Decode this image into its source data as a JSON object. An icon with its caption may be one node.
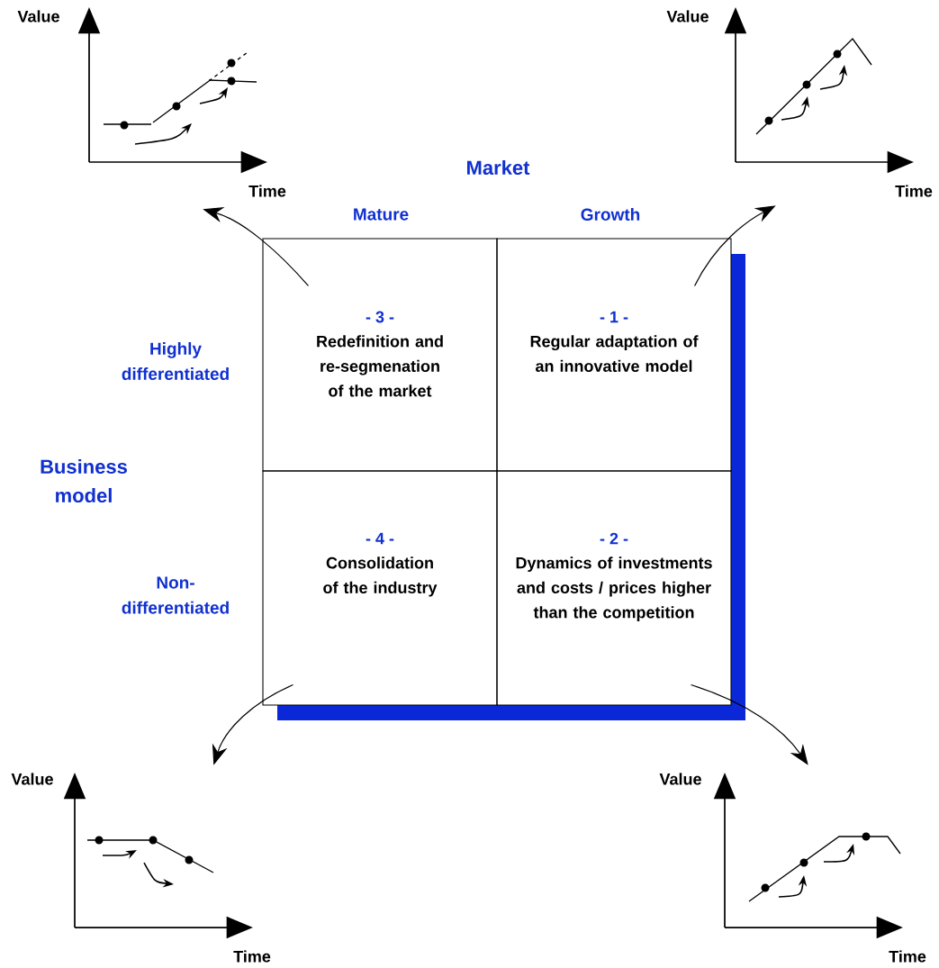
{
  "diagram": {
    "nodes": [
      {
        "text": [
          "Value",
          "Time"
        ]
      },
      {
        "text": [
          "Value",
          "Time"
        ]
      },
      {
        "text": [
          "- 3 -",
          "Redefinition and re-segmenation of the market"
        ]
      },
      {
        "text": [
          "- 1 -",
          "Regular adaptation of an innovative model"
        ]
      },
      {
        "text": [
          "- 4 -",
          "Consolidation of the industry"
        ]
      },
      {
        "text": [
          "- 2 -",
          "Dynamics of investments and costs / prices higher than the competition"
        ]
      },
      {
        "text": [
          "Value",
          "Time"
        ]
      },
      {
        "text": [
          "Value",
          "Time"
        ]
      }
    ],
    "edges": [
      {
        "from": 2,
        "to": 0,
        "arrow": "to"
      },
      {
        "from": 3,
        "to": 1,
        "arrow": "to"
      },
      {
        "from": 4,
        "to": 6,
        "arrow": "to"
      },
      {
        "from": 5,
        "to": 7,
        "arrow": "to"
      }
    ],
    "labels": [
      "Market",
      "Mature",
      "Growth",
      "Highly differentiated",
      "Business model",
      "Non-differentiated"
    ]
  }
}
